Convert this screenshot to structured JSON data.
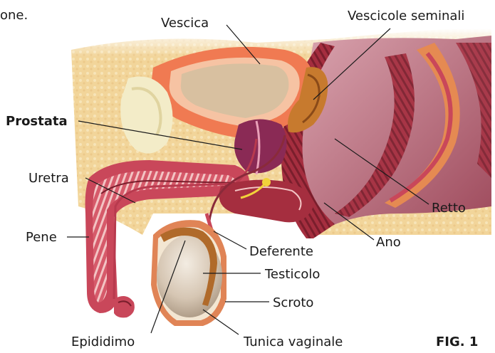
{
  "fragment_top_left": "one.",
  "labels": {
    "vescica": "Vescica",
    "vescicole_seminali": "Vescicole seminali",
    "prostata": "Prostata",
    "uretra": "Uretra",
    "pene": "Pene",
    "retto": "Retto",
    "ano": "Ano",
    "deferente": "Deferente",
    "testicolo": "Testicolo",
    "scroto": "Scroto",
    "epididimo": "Epididimo",
    "tunica_vaginale": "Tunica vaginale"
  },
  "figure_label": "FIG. 1",
  "colors": {
    "fat": "#f2d59a",
    "muscle": "#c9475a",
    "muscle_dark": "#7a1e2c",
    "bladder_wall": "#f07a52",
    "bladder_inner": "#d8c0a0",
    "prostate": "#8a2a55",
    "testis": "#d9cbb8",
    "epididymis": "#b06a2a",
    "rectum_bg": "#b56a78",
    "seminal": "#c77a2e"
  }
}
